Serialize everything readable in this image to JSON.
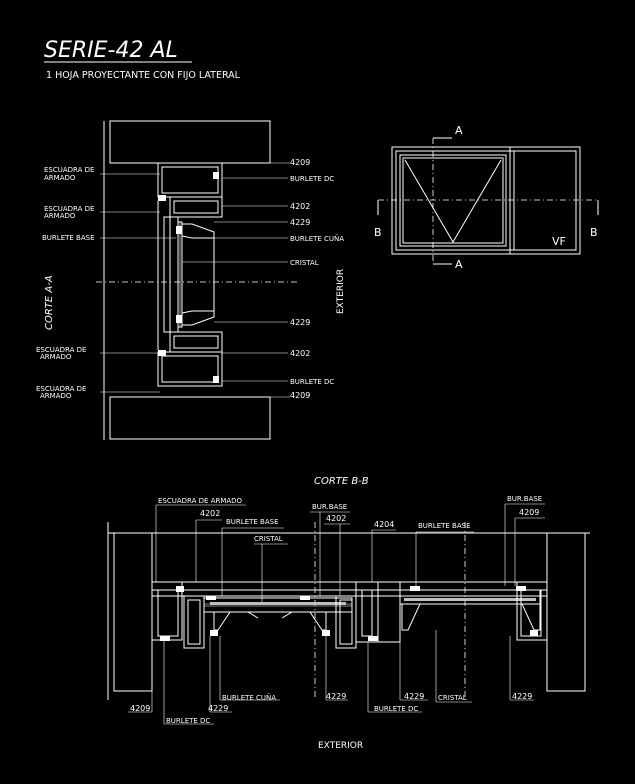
{
  "title": "SERIE-42 AL",
  "subtitle": "1 HOJA PROYECTANTE CON FIJO LATERAL",
  "section_aa": {
    "label": "CORTE  A-A",
    "exterior": "EXTERIOR",
    "left_labels": [
      "ESCUADRA DE",
      "ARMADO",
      "ESCUADRA DE",
      "ARMADO",
      "BURLETE BASE",
      "ESCUADRA DE",
      "ARMADO",
      "ESCUADRA DE",
      "ARMADO"
    ],
    "right_labels": [
      "4209",
      "BURLETE DC",
      "4202",
      "4229",
      "BURLETE CUÑA",
      "CRISTAL",
      "4229",
      "4202",
      "BURLETE DC",
      "4209"
    ]
  },
  "elevation": {
    "a_top": "A",
    "a_bottom": "A",
    "b_left": "B",
    "b_right": "B",
    "vf": "VF"
  },
  "section_bb": {
    "label": "CORTE  B-B",
    "exterior": "EXTERIOR",
    "top_labels": [
      "ESCUADRA DE ARMADO",
      "4202",
      "BURLETE BASE",
      "CRISTAL",
      "BUR.BASE",
      "4202",
      "4204",
      "BURLETE BASE",
      "BUR.BASE",
      "4209"
    ],
    "bottom_labels": [
      "4209",
      "BURLETE CUÑA",
      "4229",
      "BURLETE DC",
      "4229",
      "4229",
      "CRISTAL",
      "BURLETE DC",
      "4229"
    ]
  }
}
